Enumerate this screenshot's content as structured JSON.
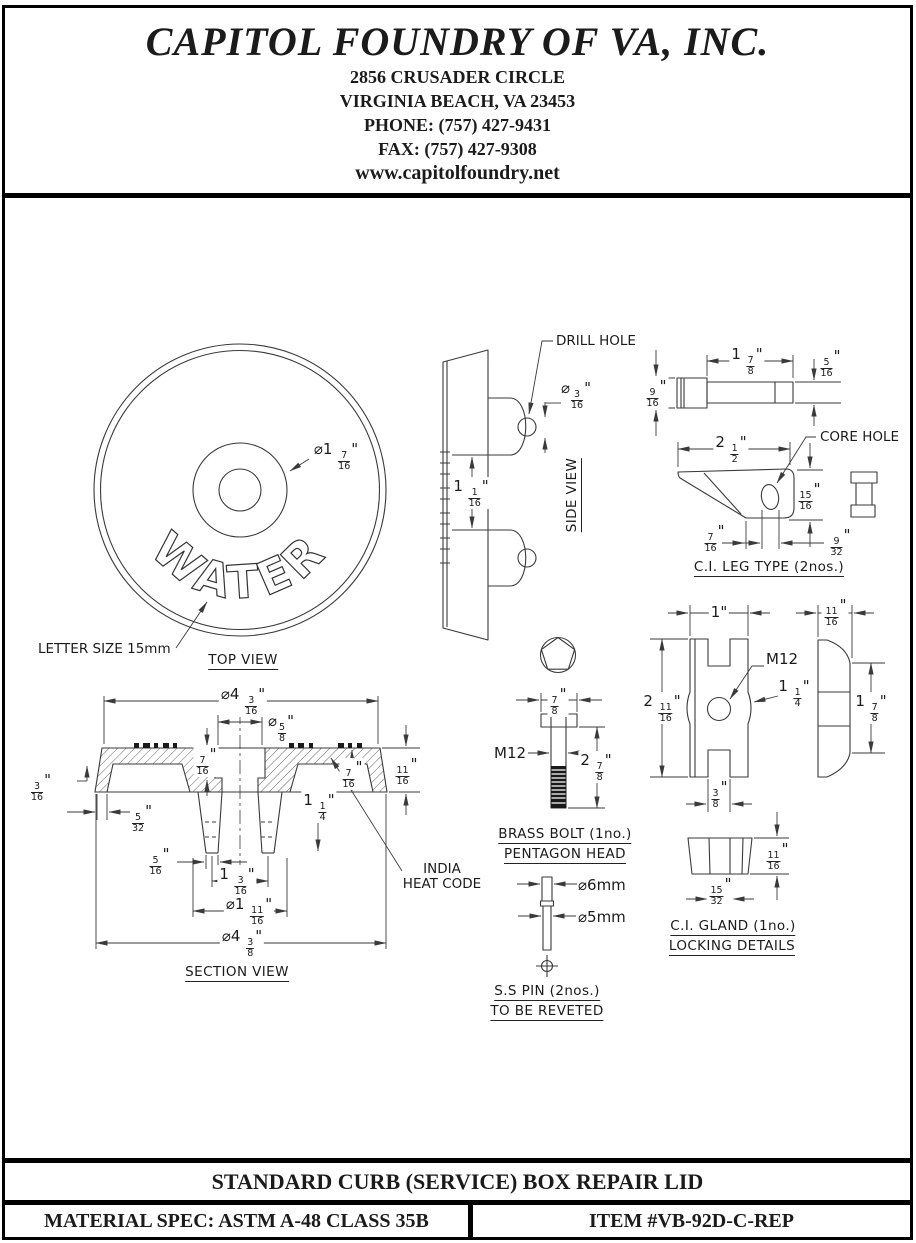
{
  "header": {
    "company": "CAPITOL FOUNDRY OF VA, INC.",
    "address_line1": "2856 CRUSADER CIRCLE",
    "address_line2": "VIRGINIA BEACH, VA 23453",
    "phone": "PHONE: (757) 427-9431",
    "fax": "FAX: (757) 427-9308",
    "website": "www.capitolfoundry.net"
  },
  "title_block": {
    "title": "STANDARD CURB (SERVICE) BOX REPAIR LID",
    "material_spec": "MATERIAL SPEC:  ASTM A-48 CLASS 35B",
    "item": "ITEM #VB-92D-C-REP"
  },
  "views": {
    "top_view": {
      "caption": "TOP VIEW",
      "embossed_text": "WATER",
      "dims": {
        "hub_dia": "⌀1 7/16\""
      },
      "notes": {
        "letter_size": "LETTER SIZE 15mm"
      }
    },
    "side_view": {
      "caption": "SIDE VIEW",
      "notes": {
        "drill_hole": "DRILL HOLE"
      },
      "dims": {
        "hole_dia": "⌀3/16\"",
        "lug_gap": "1 1/16\""
      }
    },
    "leg_detail": {
      "caption": "C.I. LEG TYPE (2nos.)",
      "notes": {
        "core_hole": "CORE HOLE"
      },
      "dims": {
        "bar_length": "1 7/8\"",
        "bar_thick": "5/16\"",
        "bar_width": "9/16\"",
        "overall_width": "2 1/2\"",
        "height": "15/16\"",
        "foot_offset": "7/16\"",
        "hole_width": "9/32\""
      }
    },
    "lock_plate": {
      "dims": {
        "width": "1\"",
        "height": "2 11/16\"",
        "notch_width": "3/8\"",
        "thread": "M12",
        "boss_dia": "1 1/4\"",
        "side_width": "11/16\"",
        "side_height": "1 7/8\""
      }
    },
    "gland_detail": {
      "captions": [
        "C.I. GLAND (1no.)",
        "LOCKING DETAILS"
      ],
      "dims": {
        "height": "11/16\"",
        "segment_width": "15/32\""
      }
    },
    "bolt_detail": {
      "captions": [
        "BRASS BOLT (1no.)",
        "PENTAGON HEAD"
      ],
      "dims": {
        "head_width": "7/8\"",
        "thread": "M12",
        "length": "2 7/8\""
      }
    },
    "pin_detail": {
      "captions": [
        "S.S PIN (2nos.)",
        "TO BE REVETED"
      ],
      "dims": {
        "head_dia": "⌀6mm",
        "shaft_dia": "⌀5mm"
      }
    },
    "section_view": {
      "caption": "SECTION VIEW",
      "notes": {
        "heat_line1": "INDIA",
        "heat_line2": "HEAT CODE"
      },
      "dims": {
        "top_dia": "⌀4 3/16\"",
        "hole_dia": "⌀5/8\"",
        "recess_depth": "7/16\"",
        "rim_depth": "7/16\"",
        "thickness": "11/16\"",
        "lip": "3/16\"",
        "lip_width": "5/32\"",
        "leg_length": "1 1/4\"",
        "leg_width": "5/16\"",
        "leg_gap": "1 3/16\"",
        "boss_dia": "⌀1 11/16\"",
        "base_dia": "⌀4 3/8\""
      }
    }
  }
}
